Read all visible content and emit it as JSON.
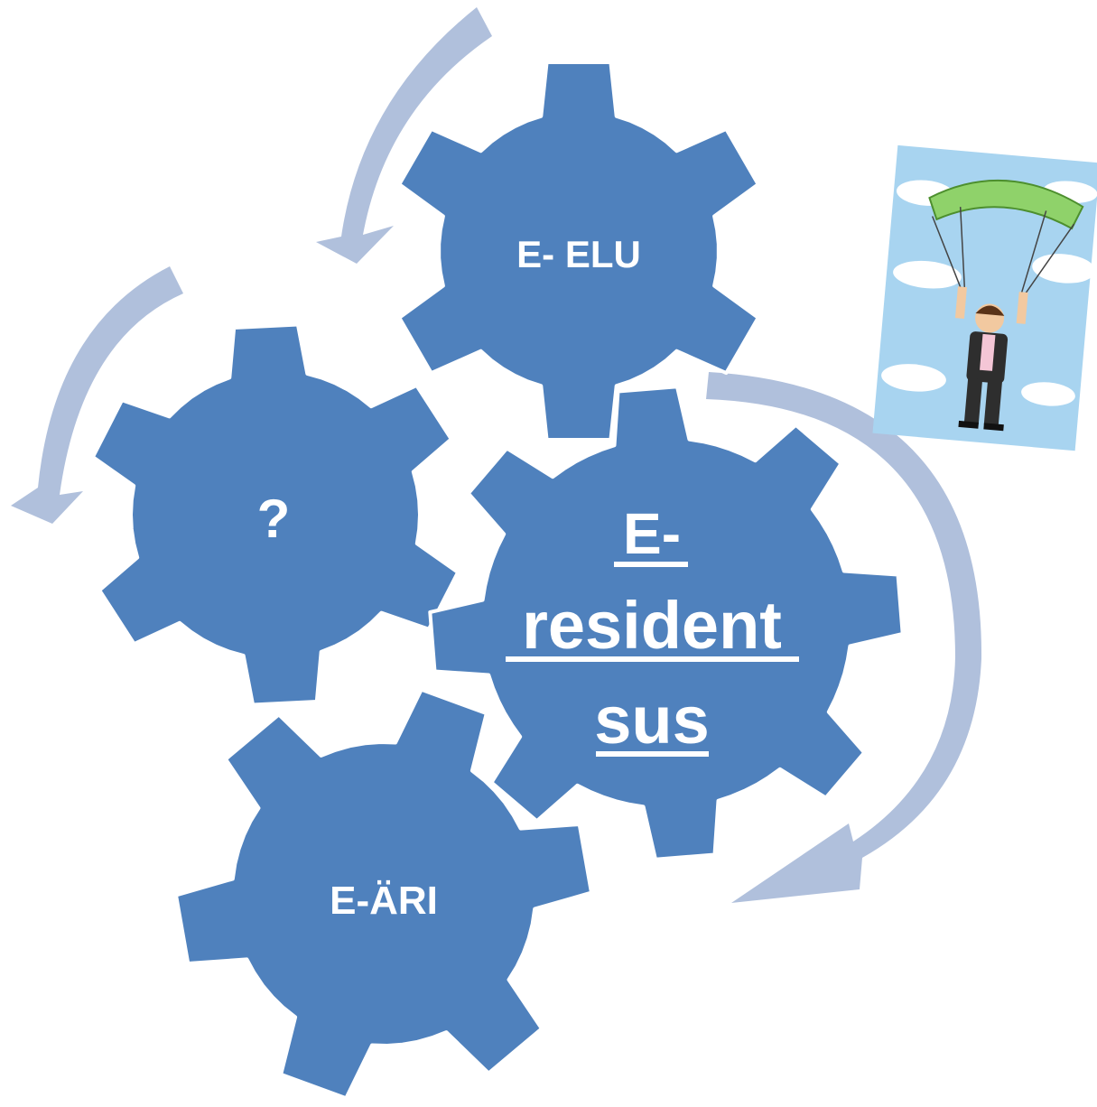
{
  "gears": {
    "top": {
      "label": "E- ELU"
    },
    "left": {
      "label": "?"
    },
    "center": {
      "lines": [
        "E-",
        "resident",
        "sus"
      ]
    },
    "bottom": {
      "label": "E-ÄRI"
    }
  },
  "colors": {
    "gear": "#4f81bd",
    "gear_stroke": "#ffffff",
    "arrow": "#b0c0dc",
    "sky": "#a8d4f0",
    "banknote": "#8fd26a"
  },
  "illustration": {
    "icon": "parachuting-businessman-with-banknote-parachute"
  }
}
